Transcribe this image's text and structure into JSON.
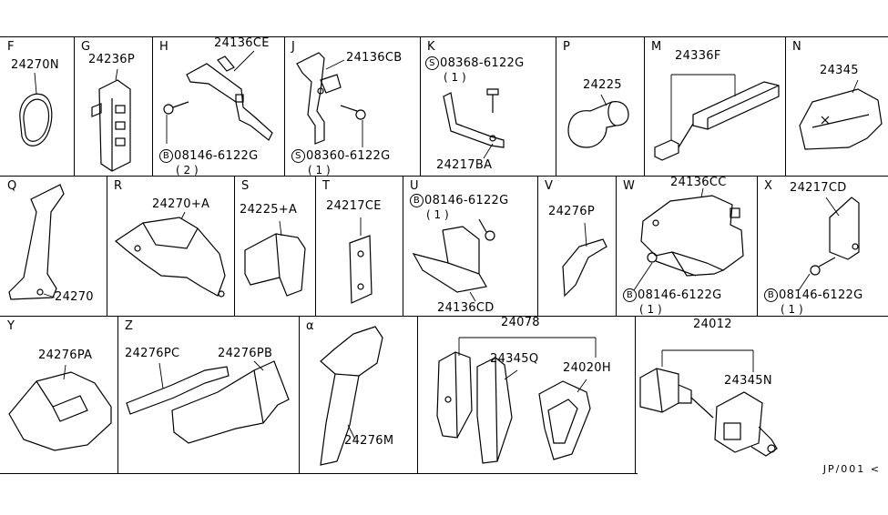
{
  "footer_code": "JP/001 <",
  "row1": {
    "F": {
      "letter": "F",
      "pn": "24270N"
    },
    "G": {
      "letter": "G",
      "pn": "24236P"
    },
    "H": {
      "letter": "H",
      "pn": "24136CE",
      "bolt_symbol": "B",
      "bolt_pn": "08146-6122G",
      "bolt_qty": "( 2 )"
    },
    "J": {
      "letter": "J",
      "pn": "24136CB",
      "screw_symbol": "S",
      "screw_pn": "08360-6122G",
      "screw_qty": "( 1 )"
    },
    "K": {
      "letter": "K",
      "screw_symbol": "S",
      "screw_pn": "08368-6122G",
      "screw_qty": "( 1 )",
      "pn": "24217BA"
    },
    "P": {
      "letter": "P",
      "pn": "24225"
    },
    "M": {
      "letter": "M",
      "pn": "24336F"
    },
    "N": {
      "letter": "N",
      "pn": "24345"
    }
  },
  "row2": {
    "Q": {
      "letter": "Q",
      "pn": "24270"
    },
    "R": {
      "letter": "R",
      "pn": "24270+A"
    },
    "S": {
      "letter": "S",
      "pn": "24225+A"
    },
    "T": {
      "letter": "T",
      "pn": "24217CE"
    },
    "U": {
      "letter": "U",
      "bolt_symbol": "B",
      "bolt_pn": "08146-6122G",
      "bolt_qty": "( 1 )",
      "pn": "24136CD"
    },
    "V": {
      "letter": "V",
      "pn": "24276P"
    },
    "W": {
      "letter": "W",
      "pn": "24136CC",
      "bolt_symbol": "B",
      "bolt_pn": "08146-6122G",
      "bolt_qty": "( 1 )"
    },
    "X": {
      "letter": "X",
      "pn": "24217CD",
      "bolt_symbol": "B",
      "bolt_pn": "08146-6122G",
      "bolt_qty": "( 1 )"
    }
  },
  "row3": {
    "Y": {
      "letter": "Y",
      "pn": "24276PA"
    },
    "Z": {
      "letter": "Z",
      "pn_a": "24276PC",
      "pn_b": "24276PB"
    },
    "alpha": {
      "letter": "α",
      "pn": "24276M"
    },
    "harness": {
      "pn_main": "24078",
      "pn_a": "24345Q",
      "pn_b": "24020H"
    },
    "switch": {
      "pn_main": "24012",
      "pn_a": "24345N"
    }
  }
}
